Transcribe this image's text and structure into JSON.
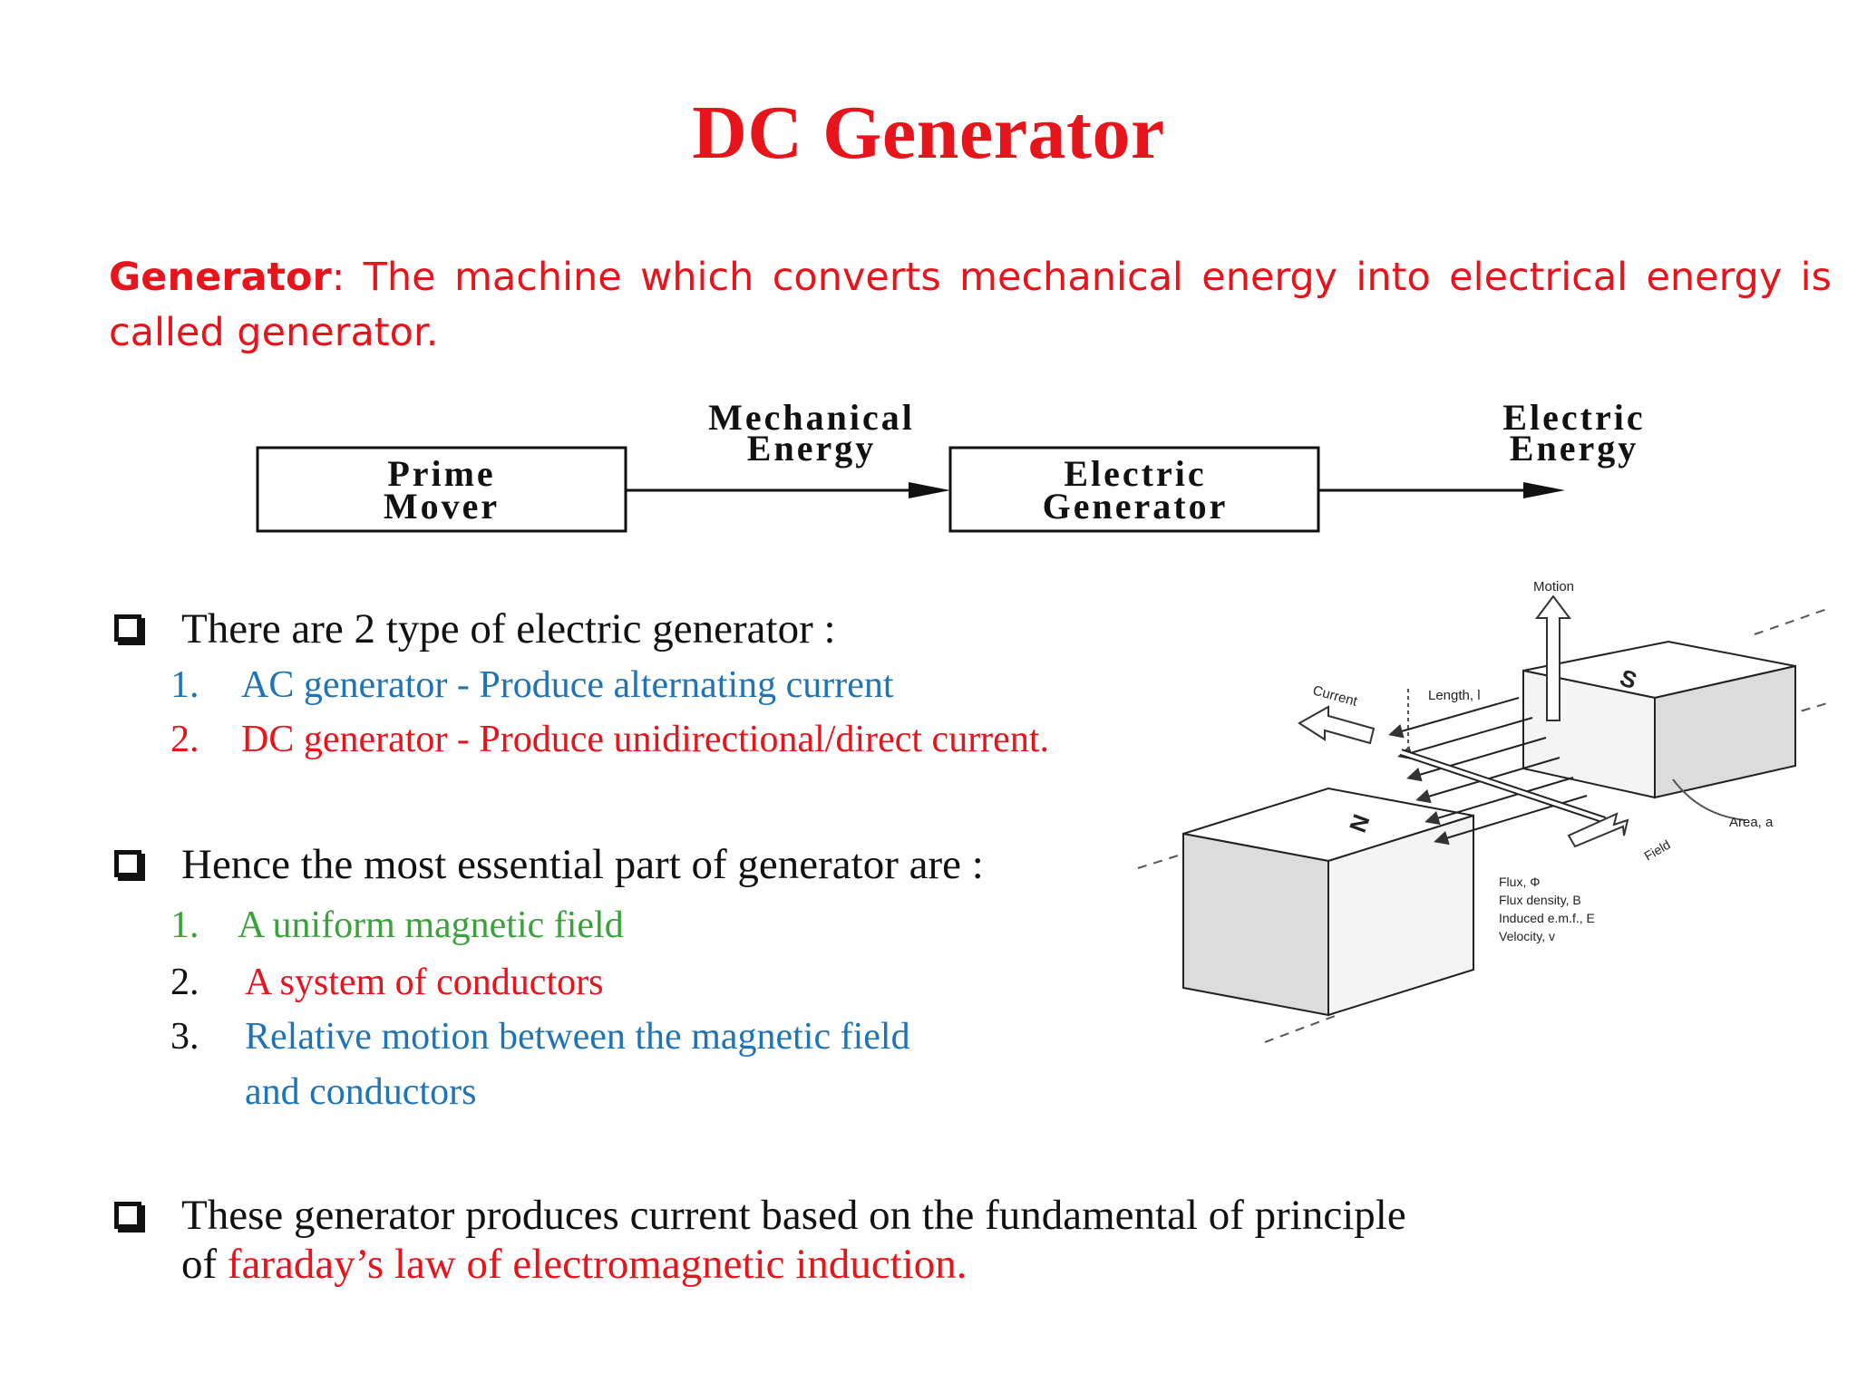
{
  "slide": {
    "title": "DC Generator",
    "definition": {
      "term": "Generator",
      "separator": ":",
      "text": " The machine which converts mechanical energy into electrical energy is called generator."
    },
    "flow_diagram": {
      "box1": [
        "Prime",
        "Mover"
      ],
      "arrow1_label": [
        "Mechanical",
        "Energy"
      ],
      "box2": [
        "Electric",
        "Generator"
      ],
      "arrow2_label": [
        "Electric",
        "Energy"
      ]
    },
    "section1": {
      "heading": "There are 2 type of electric generator :",
      "items": [
        {
          "num": "1.",
          "text": "AC generator - Produce alternating current"
        },
        {
          "num": "2.",
          "text": "DC generator - Produce unidirectional/direct current."
        }
      ]
    },
    "section2": {
      "heading": "Hence the most essential part of generator are :",
      "items": [
        {
          "num": "1.",
          "text": "A uniform magnetic field"
        },
        {
          "num": "2.",
          "text": "A system of conductors"
        },
        {
          "num": "3.",
          "text": "Relative motion between the magnetic field"
        },
        {
          "num": "",
          "text": "and conductors"
        }
      ]
    },
    "section3": {
      "line1": "These generator produces current based on the fundamental of principle",
      "line2_prefix": "of ",
      "line2_highlight": "faraday’s law of electromagnetic induction."
    },
    "figure": {
      "motion": "Motion",
      "south": "S",
      "north": "N",
      "current": "Current",
      "length": "Length, l",
      "area": "Area, a",
      "field": "Field",
      "legend": [
        "Flux, Φ",
        "Flux density, B",
        "Induced e.m.f., E",
        "Velocity, v"
      ]
    },
    "colors": {
      "title": "#e8141b",
      "blue_text": "#1f74b8",
      "red_text": "#e8141b",
      "green_text": "#3aa23a"
    }
  }
}
